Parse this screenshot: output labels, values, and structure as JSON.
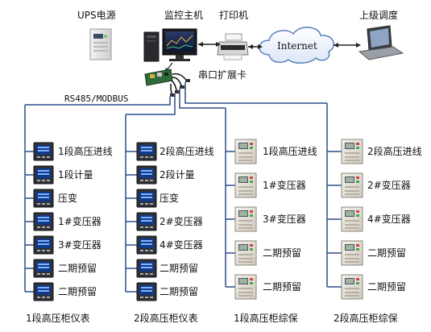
{
  "top": {
    "ups": "UPS电源",
    "host": "监控主机",
    "printer": "打印机",
    "upper": "上级调度",
    "internet": "Internet",
    "serial_card": "串口扩展卡",
    "bus": "RS485/MODBUS"
  },
  "columns": [
    {
      "title": "1段高压柜仪表",
      "device": "meter",
      "items": [
        "1段高压进线",
        "1段计量",
        "压变",
        "1#变压器",
        "3#变压器",
        "二期预留",
        "二期预留"
      ]
    },
    {
      "title": "2段高压柜仪表",
      "device": "meter",
      "items": [
        "2段高压进线",
        "2段计量",
        "压变",
        "2#变压器",
        "4#变压器",
        "二期预留",
        "二期预留"
      ]
    },
    {
      "title": "1段高压柜综保",
      "device": "relay",
      "items": [
        "1段高压进线",
        "1#变压器",
        "3#变压器",
        "二期预留",
        "二期预留"
      ]
    },
    {
      "title": "2段高压柜综保",
      "device": "relay",
      "items": [
        "2段高压进线",
        "2#变压器",
        "4#变压器",
        "二期预留",
        "二期预留"
      ]
    }
  ],
  "colors": {
    "bus_line": "#2b4e8c",
    "cloud_stroke": "#5a7fb8",
    "cloud_fill": "#eef4fc"
  }
}
